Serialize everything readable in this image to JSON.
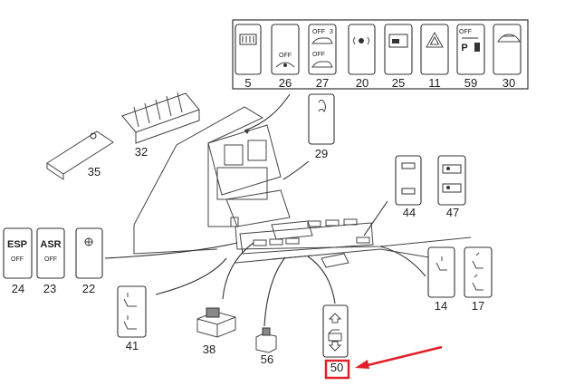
{
  "labels": {
    "n5": "5",
    "n26": "26",
    "n27": "27",
    "n20": "20",
    "n25": "25",
    "n11": "11",
    "n59": "59",
    "n30": "30",
    "n29": "29",
    "n32": "32",
    "n35": "35",
    "n44": "44",
    "n47": "47",
    "n24": "24",
    "n23": "23",
    "n22": "22",
    "n14": "14",
    "n17": "17",
    "n41": "41",
    "n38": "38",
    "n56": "56",
    "n50": "50"
  },
  "switch_text": {
    "esp": "ESP",
    "asr": "ASR",
    "off": "OFF",
    "off26": "OFF",
    "off27a": "OFF",
    "off27b": "OFF",
    "three": "3",
    "off59": "OFF",
    "p59": "P"
  },
  "colors": {
    "highlight": "#e0202a",
    "line": "#333333"
  }
}
